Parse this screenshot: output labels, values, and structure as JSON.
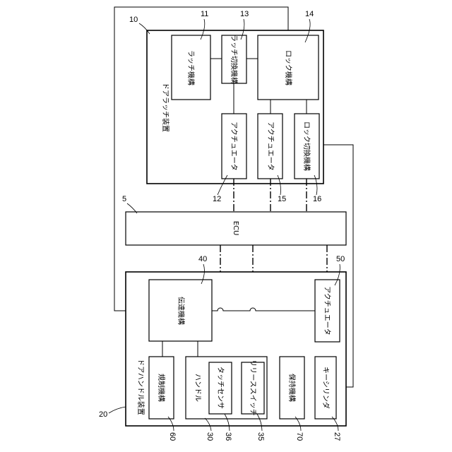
{
  "latch_device": {
    "label": "ドアラッチ装置",
    "ref": "10",
    "latch_mechanism": {
      "label": "ラッチ機構",
      "ref": "11"
    },
    "latch_switch_mechanism": {
      "label": "ラッチ切換機構",
      "ref": "13"
    },
    "lock_mechanism": {
      "label": "ロック機構",
      "ref": "14"
    },
    "actuator_12": {
      "label": "アクチュエータ",
      "ref": "12"
    },
    "actuator_15": {
      "label": "アクチュエータ",
      "ref": "15"
    },
    "lock_switch_mechanism": {
      "label": "ロック切換機構",
      "ref": "16"
    }
  },
  "ecu": {
    "label": "ECU",
    "ref": "5"
  },
  "handle_device": {
    "label": "ドアハンドル装置",
    "ref": "20",
    "transmission_mechanism": {
      "label": "伝達機構",
      "ref": "40"
    },
    "actuator_50": {
      "label": "アクチュエータ",
      "ref": "50"
    },
    "restriction_mechanism": {
      "label": "規制機構",
      "ref": "60"
    },
    "handle": {
      "label": "ハンドル",
      "ref": "30"
    },
    "touch_sensor": {
      "label": "タッチセンサ",
      "ref": "36"
    },
    "release_switch": {
      "label": "リリーススイッチ",
      "ref": "35"
    },
    "holding_mechanism": {
      "label": "保持機構",
      "ref": "70"
    },
    "key_cylinder": {
      "label": "キーシリンダ",
      "ref": "27"
    }
  }
}
